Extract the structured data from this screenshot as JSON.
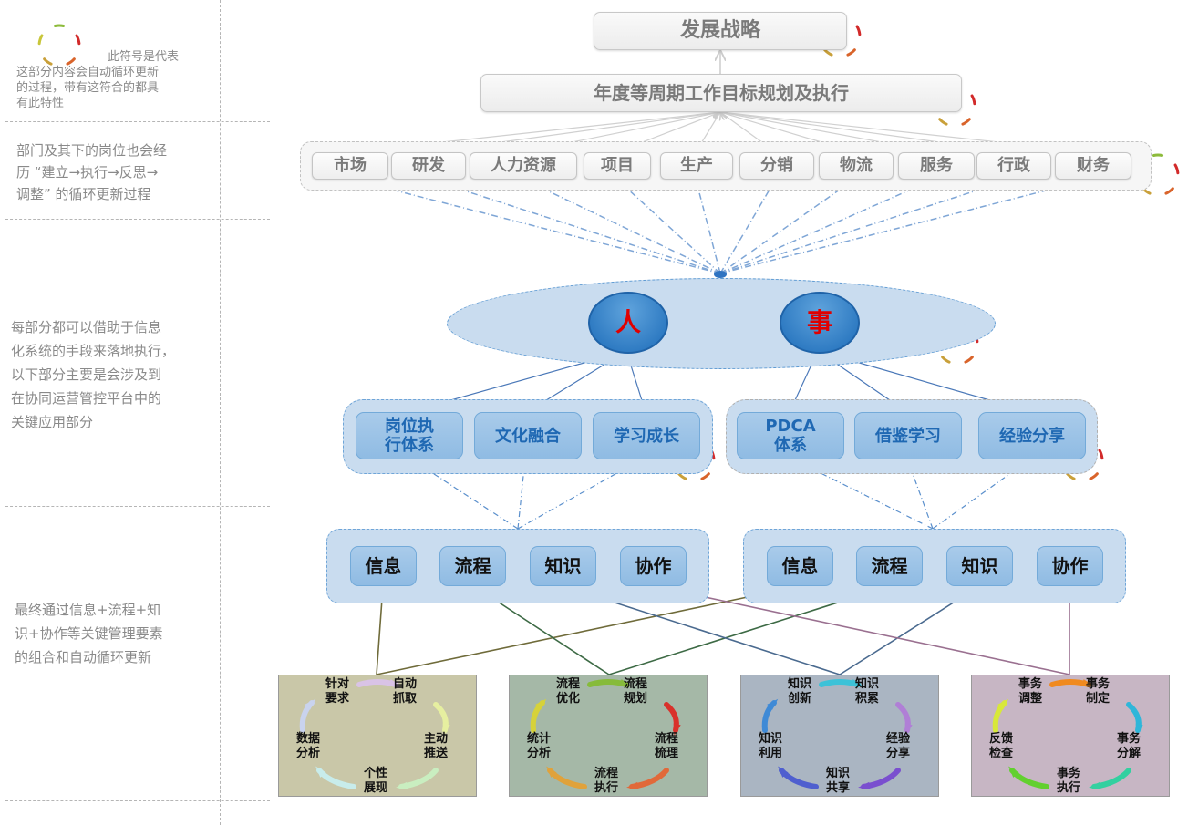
{
  "notes": {
    "symbol_explanation": "此符号是代表这部分内容会自动循环更新的过程，带有这符合的都具有此特性",
    "symbol_explanation_lines": [
      "此符号是代表",
      "这部分内容会自动循环更新",
      "的过程，带有这符合的都具",
      "有此特性"
    ],
    "department_lines": [
      "部门及其下的岗位也会经",
      "历 “建立→执行→反思→",
      "调整” 的循环更新过程"
    ],
    "it_system_lines": [
      "每部分都可以借助于信息",
      "化系统的手段来落地执行，",
      "以下部分主要是会涉及到",
      "在协同运营管控平台中的",
      "关键应用部分"
    ],
    "final_lines": [
      "最终通过信息+流程+知",
      "识+协作等关键管理要素",
      "的组合和自动循环更新"
    ]
  },
  "top": {
    "strategy": "发展战略",
    "annual_plan": "年度等周期工作目标规划及执行"
  },
  "departments": [
    "市场",
    "研发",
    "人力资源",
    "项目",
    "生产",
    "分销",
    "物流",
    "服务",
    "行政",
    "财务"
  ],
  "core": {
    "people": "人",
    "affairs": "事"
  },
  "people_group": [
    "岗位执\n行体系",
    "文化融合",
    "学习成长"
  ],
  "people_group_lines": [
    [
      "岗位执",
      "行体系"
    ],
    [
      "文化融合"
    ],
    [
      "学习成长"
    ]
  ],
  "affairs_group_lines": [
    [
      "PDCA",
      "体系"
    ],
    [
      "借鉴学习"
    ],
    [
      "经验分享"
    ]
  ],
  "elements_left": [
    "信息",
    "流程",
    "知识",
    "协作"
  ],
  "elements_right": [
    "信息",
    "流程",
    "知识",
    "协作"
  ],
  "cycles": [
    {
      "name": "信息",
      "bg": "#c9c7a8",
      "steps": [
        "针对\n要求",
        "自动\n抓取",
        "主动\n推送",
        "个性\n展现",
        "数据\n分析"
      ],
      "arrow_colors": [
        "#d9c3e6",
        "#e6efa0",
        "#c9eec0",
        "#c8eceb",
        "#c9d3ee"
      ]
    },
    {
      "name": "流程",
      "bg": "#a5b8a7",
      "steps": [
        "流程\n优化",
        "流程\n规划",
        "流程\n梳理",
        "流程\n执行",
        "统计\n分析"
      ],
      "arrow_colors": [
        "#86bb3a",
        "#d9312b",
        "#e1693a",
        "#e0a23b",
        "#d6d23a"
      ]
    },
    {
      "name": "知识",
      "bg": "#aab5c2",
      "steps": [
        "知识\n创新",
        "知识\n积累",
        "经验\n分享",
        "知识\n共享",
        "知识\n利用"
      ],
      "arrow_colors": [
        "#3cc2d8",
        "#b07fd6",
        "#7a4fcf",
        "#4f5fcf",
        "#3f8ad6"
      ]
    },
    {
      "name": "协作",
      "bg": "#c7b6c4",
      "steps": [
        "事务\n调整",
        "事务\n制定",
        "事务\n分解",
        "事务\n执行",
        "反馈\n检查"
      ],
      "arrow_colors": [
        "#f08a1f",
        "#2fb6d9",
        "#33d0a0",
        "#62d02f",
        "#d8e83a"
      ]
    }
  ],
  "colors": {
    "cycle_symbol": [
      "#8dbb3b",
      "#d22a2a",
      "#d9642b",
      "#c9a03a",
      "#c8c63a"
    ],
    "link_info": "#6f6b3a",
    "link_process": "#3d6a45",
    "link_knowledge": "#4a6a8f",
    "link_collab": "#9a7090"
  }
}
